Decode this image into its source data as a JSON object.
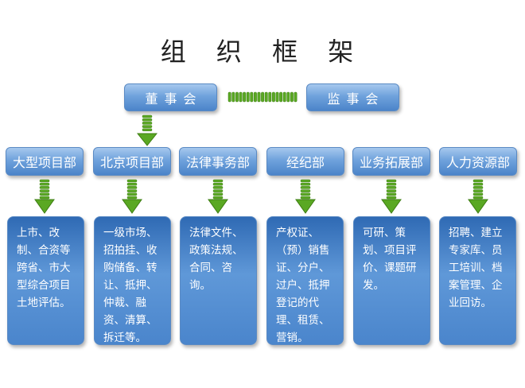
{
  "title": "组 织 框 架",
  "top": {
    "board": "董事会",
    "supervisory": "监事会"
  },
  "departments": [
    {
      "name": "大型项目部",
      "desc": "上市、改制、合资等跨省、市大型综合项目土地评估。"
    },
    {
      "name": "北京项目部",
      "desc": "一级市场、招拍挂、收购储备、转让、抵押、仲裁、融资、清算、拆迁等。"
    },
    {
      "name": "法律事务部",
      "desc": "法律文件、政策法规、合同、咨询。"
    },
    {
      "name": "经纪部",
      "desc": "产权证、（预）销售证、分户、过户、抵押登记的代理、租赁、营销。"
    },
    {
      "name": "业务拓展部",
      "desc": "可研、策划、项目评价、课题研发。"
    },
    {
      "name": "人力资源部",
      "desc": "招聘、建立专家库、员工培训、档案管理、企业回访。"
    }
  ],
  "colors": {
    "box_light": "#a6c8ee",
    "box_dark": "#4b84c9",
    "arrow_green": "#5aa823"
  }
}
